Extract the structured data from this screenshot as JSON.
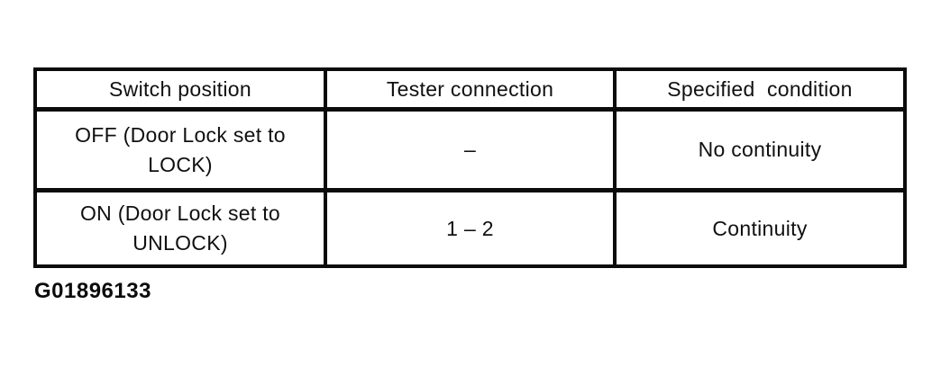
{
  "page": {
    "background": "#ffffff"
  },
  "colors": {
    "border": "#0b0b0b",
    "text": "#101010"
  },
  "table": {
    "columns": [
      {
        "label": "Switch position"
      },
      {
        "label": "Tester connection"
      },
      {
        "label": "Specified  condition"
      }
    ],
    "rows": [
      {
        "switch_position": "OFF (Door Lock set to LOCK)",
        "tester_connection": "–",
        "specified_condition": "No continuity"
      },
      {
        "switch_position": "ON (Door Lock set to UNLOCK)",
        "tester_connection": "1 – 2",
        "specified_condition": "Continuity"
      }
    ]
  },
  "figure_id": "G01896133"
}
